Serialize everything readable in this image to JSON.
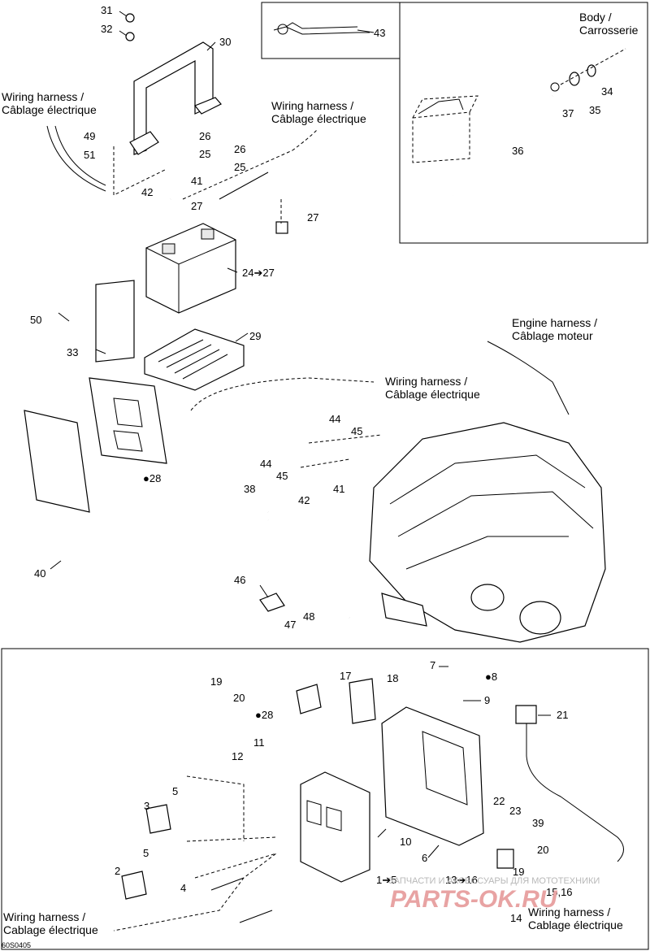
{
  "callouts": {
    "n31": "31",
    "n32": "32",
    "n30": "30",
    "n43": "43",
    "n49": "49",
    "n51": "51",
    "n26a": "26",
    "n25a": "25",
    "n26b": "26",
    "n25b": "25",
    "n41a": "41",
    "n42a": "42",
    "n27a": "27",
    "n27b": "27",
    "n24": "24➔27",
    "n50": "50",
    "n33": "33",
    "n29": "29",
    "n37": "37",
    "n34": "34",
    "n35": "35",
    "n36": "36",
    "n44a": "44",
    "n45a": "45",
    "n44b": "44",
    "n45b": "45",
    "n41b": "41",
    "n42b": "42",
    "n28a": "28",
    "n38": "38",
    "n40": "40",
    "n46": "46",
    "n47": "47",
    "n48": "48",
    "n7": "7",
    "n8": "8",
    "n9": "9",
    "n19a": "19",
    "n20a": "20",
    "n17": "17",
    "n18": "18",
    "n28b": "28",
    "n21": "21",
    "n11": "11",
    "n12": "12",
    "n5a": "5",
    "n3": "3",
    "n22": "22",
    "n23": "23",
    "n39": "39",
    "n10": "10",
    "n6": "6",
    "n5b": "5",
    "n2": "2",
    "n4": "4",
    "n20b": "20",
    "n19b": "19",
    "n1": "1➔5",
    "n13": "13➔16",
    "n15": "15,16",
    "n14": "14"
  },
  "captions": {
    "wiring_harness_top_left_1": "Wiring harness /",
    "wiring_harness_top_left_2": "Câblage électrique",
    "wiring_harness_top_mid_1": "Wiring harness /",
    "wiring_harness_top_mid_2": "Câblage électrique",
    "body_1": "Body /",
    "body_2": "Carrosserie",
    "engine_harness_1": "Engine harness /",
    "engine_harness_2": "Câblage moteur",
    "wiring_harness_mid_1": "Wiring harness /",
    "wiring_harness_mid_2": "Câblage électrique",
    "wiring_harness_bottom_left_1": "Wiring harness /",
    "wiring_harness_bottom_left_2": "Cablage électrique",
    "wiring_harness_bottom_right_1": "Wiring harness /",
    "wiring_harness_bottom_right_2": "Cablage électrique"
  },
  "watermark": {
    "line1": "ЗАПЧАСТИ И АКСЕССУАРЫ ДЛЯ МОТОТЕХНИКИ",
    "line2": "PARTS-OK.RU"
  },
  "drawing_code": "60S0405",
  "icons": {
    "oil_drop": "oil-drop-icon",
    "arrow": "arrow-icon"
  }
}
